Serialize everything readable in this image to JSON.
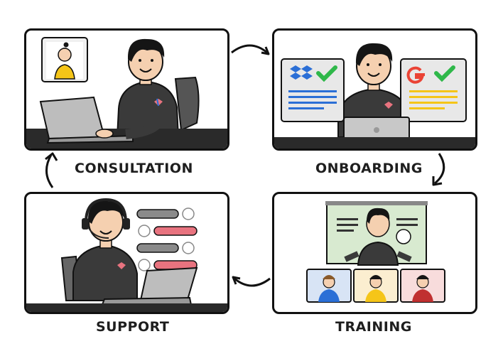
{
  "steps": [
    {
      "id": "consultation",
      "label": "CONSULTATION"
    },
    {
      "id": "onboarding",
      "label": "ONBOARDING"
    },
    {
      "id": "training",
      "label": "TRAINING"
    },
    {
      "id": "support",
      "label": "SUPPORT"
    }
  ],
  "icons": {
    "cycle_arrows": "curved-arrow-icon",
    "dropbox": "dropbox-icon",
    "google": "google-icon",
    "check": "checkmark-icon",
    "headset": "headset-icon",
    "user": "user-icon",
    "laptop": "laptop-icon",
    "presentation_board": "presentation-board-icon"
  },
  "colors": {
    "outline": "#111111",
    "shirt": "#3a3a3a",
    "hair": "#151515",
    "skin": "#f5d0b0",
    "check_green": "#2fb84a",
    "dropbox_blue": "#2b6fd6",
    "google_yellow": "#f5c518",
    "chat_pink": "#e8737f",
    "chat_gray": "#8a8a8a",
    "board_green": "#d8ead0"
  }
}
